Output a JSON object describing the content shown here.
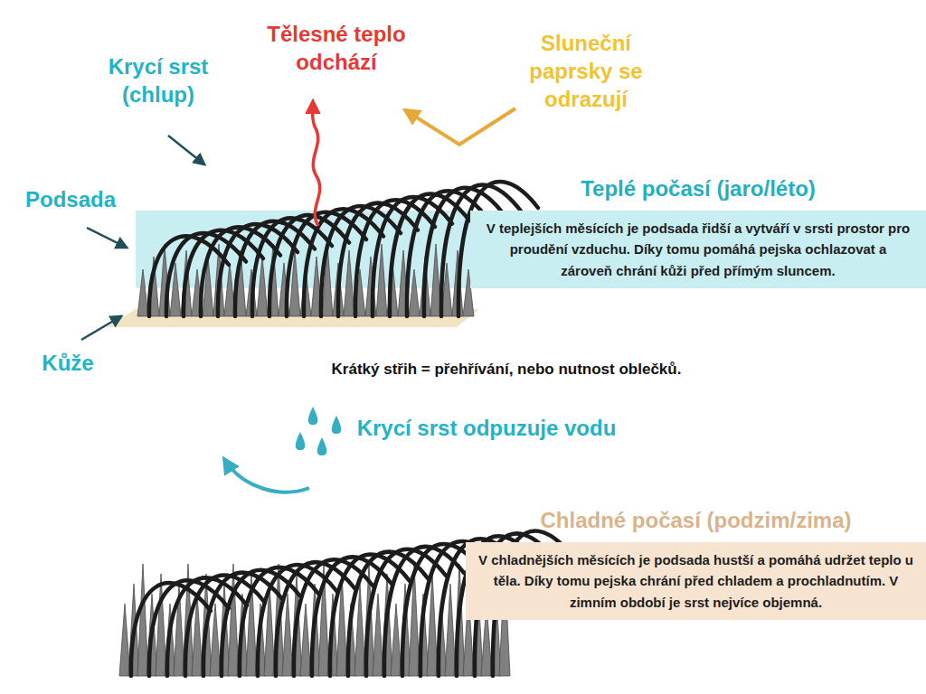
{
  "diagram": {
    "nodes": [
      {
        "text": [
          "Teplé počasí (jaro/léto)",
          "V teplejších měsících je podsada řidší a vytváří v srsti prostor pro proudění vzduchu. Díky tomu pomáhá pejska ochlazovat a zároveň chrání kůži před přímým sluncem."
        ]
      },
      {
        "text": [
          "Chladné počasí (podzim/zima)",
          "V chladnějších měsících je podsada hustší a pomáhá udržet teplo u těla. Díky tomu pejska chrání před chladem a prochladnutím. V zimním období je srst nejvíce objemná."
        ]
      }
    ],
    "labels": [
      "Tělesné teplo odchází",
      "Krycí srst (chlup)",
      "Sluneční paprsky se odrazují",
      "Podsada",
      "Kůže",
      "Krátký střih = přehřívání, nebo nutnost oblečků.",
      "Krycí srst odpuzuje vodu"
    ]
  }
}
